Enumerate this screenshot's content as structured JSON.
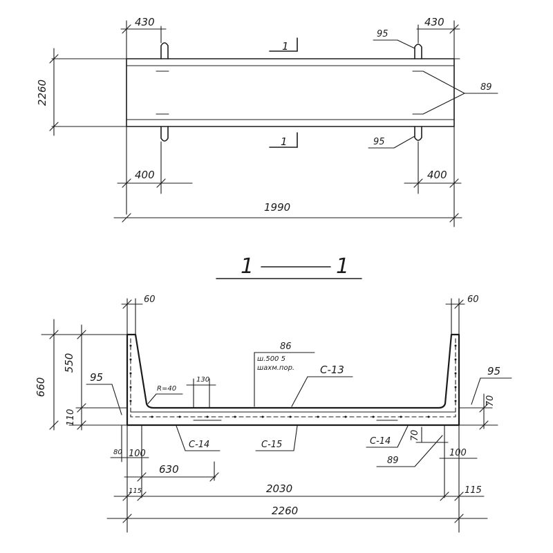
{
  "plan_view": {
    "dim_left_offset": "430",
    "dim_right_offset": "430",
    "dim_height": "2260",
    "dim_support_left": "400",
    "dim_support_right": "400",
    "dim_length": "1990",
    "section_mark_top": "1",
    "section_mark_bottom": "1",
    "label_loop_top": "95",
    "label_loop_bottom": "95",
    "label_embed": "89"
  },
  "section_view": {
    "title_left": "1",
    "title_right": "1",
    "dim_wall_left": "60",
    "dim_wall_right": "60",
    "dim_total_height": "660",
    "dim_wall_height": "550",
    "dim_base_left": "110",
    "dim_base_right": "70",
    "label_loop_left": "95",
    "label_loop_right": "95",
    "label_radius": "R=40",
    "dim_step": "130",
    "label_mesh_86": "86",
    "note_mesh_line1": "ш.500 5",
    "note_mesh_line2": "шахм.пор.",
    "label_c13": "С-13",
    "label_c14_left": "С-14",
    "label_c15": "С-15",
    "label_c14_right": "С-14",
    "label_89": "89",
    "dim_80": "80",
    "dim_100_left": "100",
    "dim_100_right": "100",
    "dim_70_bottom": "70",
    "dim_630": "630",
    "dim_115_left": "115",
    "dim_2030": "2030",
    "dim_115_right": "115",
    "dim_2260": "2260"
  }
}
